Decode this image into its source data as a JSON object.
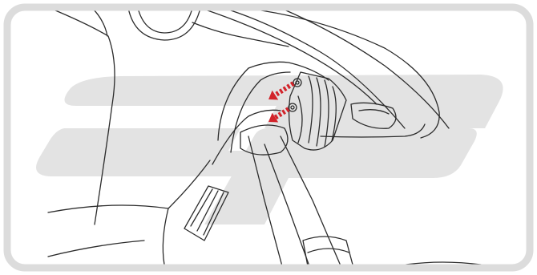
{
  "colors": {
    "frame": "#dcdcdc",
    "line_art": "#2b2b2b",
    "watermark": "#e3e3e3",
    "arrow": "#d2232a",
    "background": "#ffffff"
  },
  "watermark": {
    "kind": "logo",
    "style": "stylized italic letterform"
  },
  "annotations": [
    {
      "kind": "arrow",
      "direction": "down-left",
      "target": "upper-mounting-screw"
    },
    {
      "kind": "arrow",
      "direction": "down-left",
      "target": "lower-mounting-screw"
    }
  ],
  "icons": [
    "frame-border",
    "watermark-logo",
    "screw-icon",
    "arrow-icon"
  ]
}
